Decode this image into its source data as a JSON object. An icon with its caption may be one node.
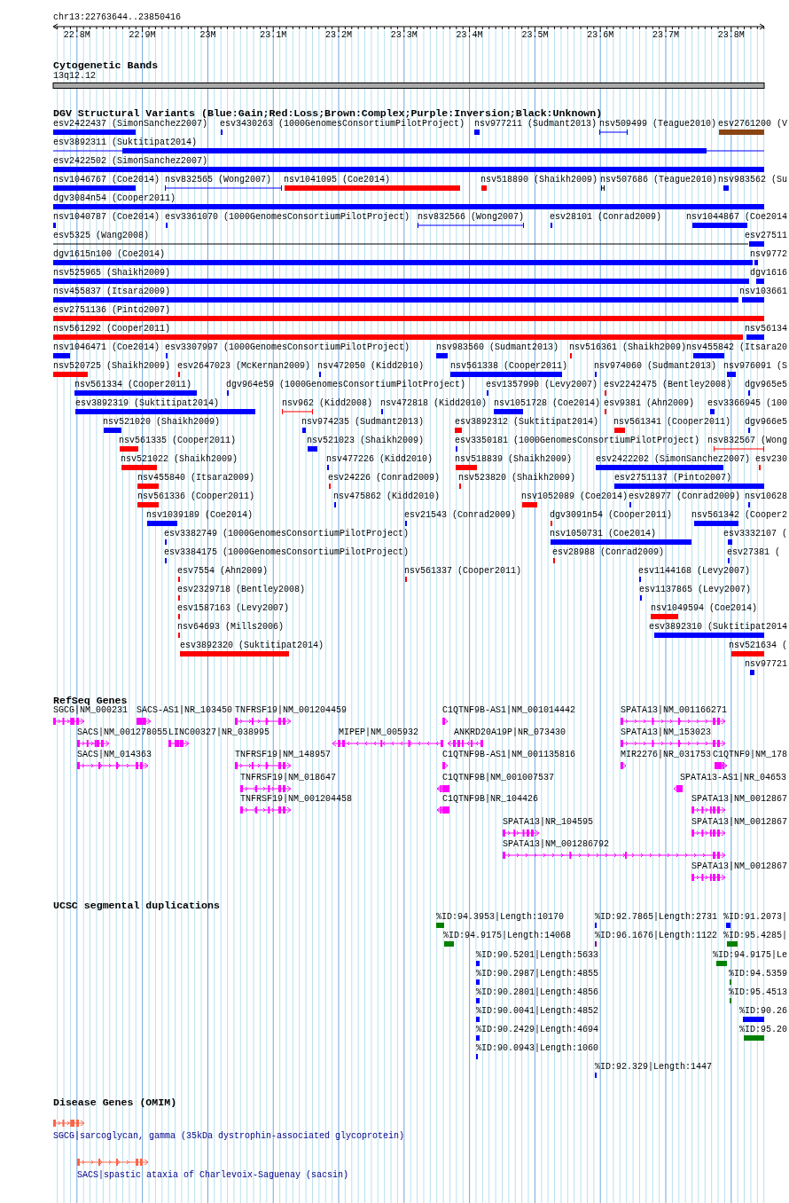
{
  "diagram": {
    "labels": [
      "chr13:22763644..23850416",
      "22.8M",
      "22.9M",
      "23M",
      "23.1M",
      "23.2M",
      "23.3M",
      "23.4M",
      "23.5M",
      "23.6M",
      "23.7M",
      "23.8M",
      "Cytogenetic Bands",
      "13q12.12",
      "DGV Structural Variants (Blue:Gain;Red:Loss;Brown:Complex;Purple:Inversion;Black:Unknown)",
      "esv2422437 (SimonSanchez2007)",
      "esv3430263 (1000GenomesConsortiumPilotProject)",
      "nsv977211 (Sudmant2013)",
      "nsv509499 (Teague2010)",
      "esv2761200 (V",
      "esv3892311 (Suktitipat2014)",
      "esv2422502 (SimonSanchez2007)",
      "nsv1046767 (Coe2014)",
      "nsv832565 (Wong2007)",
      "nsv1041095 (Coe2014)",
      "nsv518890 (Shaikh2009)",
      "nsv507686 (Teague2010)",
      "nsv983562 (Su",
      "dgv3084n54 (Cooper2011)",
      "nsv1040787 (Coe2014)",
      "esv3361070 (1000GenomesConsortiumPilotProject)",
      "nsv832566 (Wong2007)",
      "esv28101 (Conrad2009)",
      "nsv1044867 (Coe2014",
      "esv5325 (Wang2008)",
      "esv27511",
      "dgv1615n100 (Coe2014)",
      "nsv9772",
      "nsv525965 (Shaikh2009)",
      "dgv1616",
      "nsv455837 (Itsara2009)",
      "nsv103661",
      "esv2751136 (Pinto2007)",
      "nsv561292 (Cooper2011)",
      "nsv56134",
      "nsv1046471 (Coe2014)",
      "esv3307997 (1000GenomesConsortiumPilotProject)",
      "nsv983560 (Sudmant2013)",
      "nsv516361 (Shaikh2009)",
      "nsv455842 (Itsara20",
      "nsv520725 (Shaikh2009)",
      "esv2647023 (McKernan2009)",
      "nsv472050 (Kidd2010)",
      "nsv561338 (Cooper2011)",
      "nsv974060 (Sudmant2013)",
      "nsv976091 (S",
      "nsv561334 (Cooper2011)",
      "dgv964e59 (1000GenomesConsortiumPilotProject)",
      "esv1357990 (Levy2007)",
      "esv2242475 (Bentley2008)",
      "dgv965e5",
      "esv3892319 (Suktitipat2014)",
      "nsv962 (Kidd2008)",
      "nsv472818 (Kidd2010)",
      "nsv1051728 (Coe2014)",
      "esv9381 (Ahn2009)",
      "esv3366945 (100",
      "nsv521020 (Shaikh2009)",
      "nsv974235 (Sudmant2013)",
      "esv3892312 (Suktitipat2014)",
      "nsv561341 (Cooper2011)",
      "dgv966e5",
      "nsv561335 (Cooper2011)",
      "nsv521023 (Shaikh2009)",
      "esv3350181 (1000GenomesConsortiumPilotProject)",
      "nsv832567 (Wong",
      "nsv521022 (Shaikh2009)",
      "nsv477226 (Kidd2010)",
      "nsv518839 (Shaikh2009)",
      "esv2422202 (SimonSanchez2007)",
      "esv230",
      "nsv455840 (Itsara2009)",
      "esv24226 (Conrad2009)",
      "nsv523820 (Shaikh2009)",
      "esv2751137 (Pinto2007)",
      "nsv561336 (Cooper2011)",
      "nsv475862 (Kidd2010)",
      "nsv1052089 (Coe2014)",
      "esv28977 (Conrad2009)",
      "nsv10628",
      "nsv1039189 (Coe2014)",
      "esv21543 (Conrad2009)",
      "dgv3091n54 (Cooper2011)",
      "nsv561342 (Cooper2",
      "esv3382749 (1000GenomesConsortiumPilotProject)",
      "nsv1050731 (Coe2014)",
      "esv3332107 (",
      "esv3384175 (1000GenomesConsortiumPilotProject)",
      "esv28988 (Conrad2009)",
      "esv27381 (",
      "esv7554 (Ahn2009)",
      "nsv561337 (Cooper2011)",
      "esv1144168 (Levy2007)",
      "esv2329718 (Bentley2008)",
      "esv1137865 (Levy2007)",
      "esv1587163 (Levy2007)",
      "nsv1049594 (Coe2014)",
      "nsv64693 (Mills2006)",
      "esv3892310 (Suktitipat2014",
      "esv3892320 (Suktitipat2014)",
      "nsv521634 (",
      "nsv97721",
      "RefSeq Genes",
      "SGCG|NM_000231",
      "SACS-AS1|NR_103450",
      "TNFRSF19|NM_001204459",
      "C1QTNF9B-AS1|NM_001014442",
      "SPATA13|NM_001166271",
      "SACS|NM_001278055",
      "LINC00327|NR_038995",
      "MIPEP|NM_005932",
      "ANKRD20A19P|NR_073430",
      "SPATA13|NM_153023",
      "SACS|NM_014363",
      "TNFRSF19|NM_148957",
      "C1QTNF9B-AS1|NM_001135816",
      "MIR2276|NR_031753",
      "C1QTNF9|NM_178",
      "TNFRSF19|NM_018647",
      "C1QTNF9B|NM_001007537",
      "SPATA13-AS1|NR_04653",
      "TNFRSF19|NM_001204458",
      "C1QTNF9B|NR_104426",
      "SPATA13|NM_0012867",
      "SPATA13|NR_104595",
      "SPATA13|NM_0012867",
      "SPATA13|NM_001286792",
      "SPATA13|NM_0012867",
      "UCSC segmental duplications",
      "%ID:94.3953|Length:10170",
      "%ID:92.7865|Length:2731",
      "%ID:91.2073|",
      "%ID:94.9175|Length:14068",
      "%ID:96.1676|Length:1122",
      "%ID:95.4285|",
      "%ID:90.5201|Length:5633",
      "%ID:94.9175|Le",
      "%ID:90.2987|Length:4855",
      "%ID:94.5359",
      "%ID:90.2801|Length:4856",
      "%ID:95.4513",
      "%ID:90.0041|Length:4852",
      "%ID:90.26",
      "%ID:90.2429|Length:4694",
      "%ID:95.20",
      "%ID:90.0943|Length:1060",
      "%ID:92.329|Length:1447",
      "Disease Genes (OMIM)",
      "SGCG|sarcoglycan, gamma (35kDa dystrophin-associated glycoprotein)",
      "SACS|spastic ataxia of Charlevoix-Saguenay (sacsin)"
    ]
  }
}
